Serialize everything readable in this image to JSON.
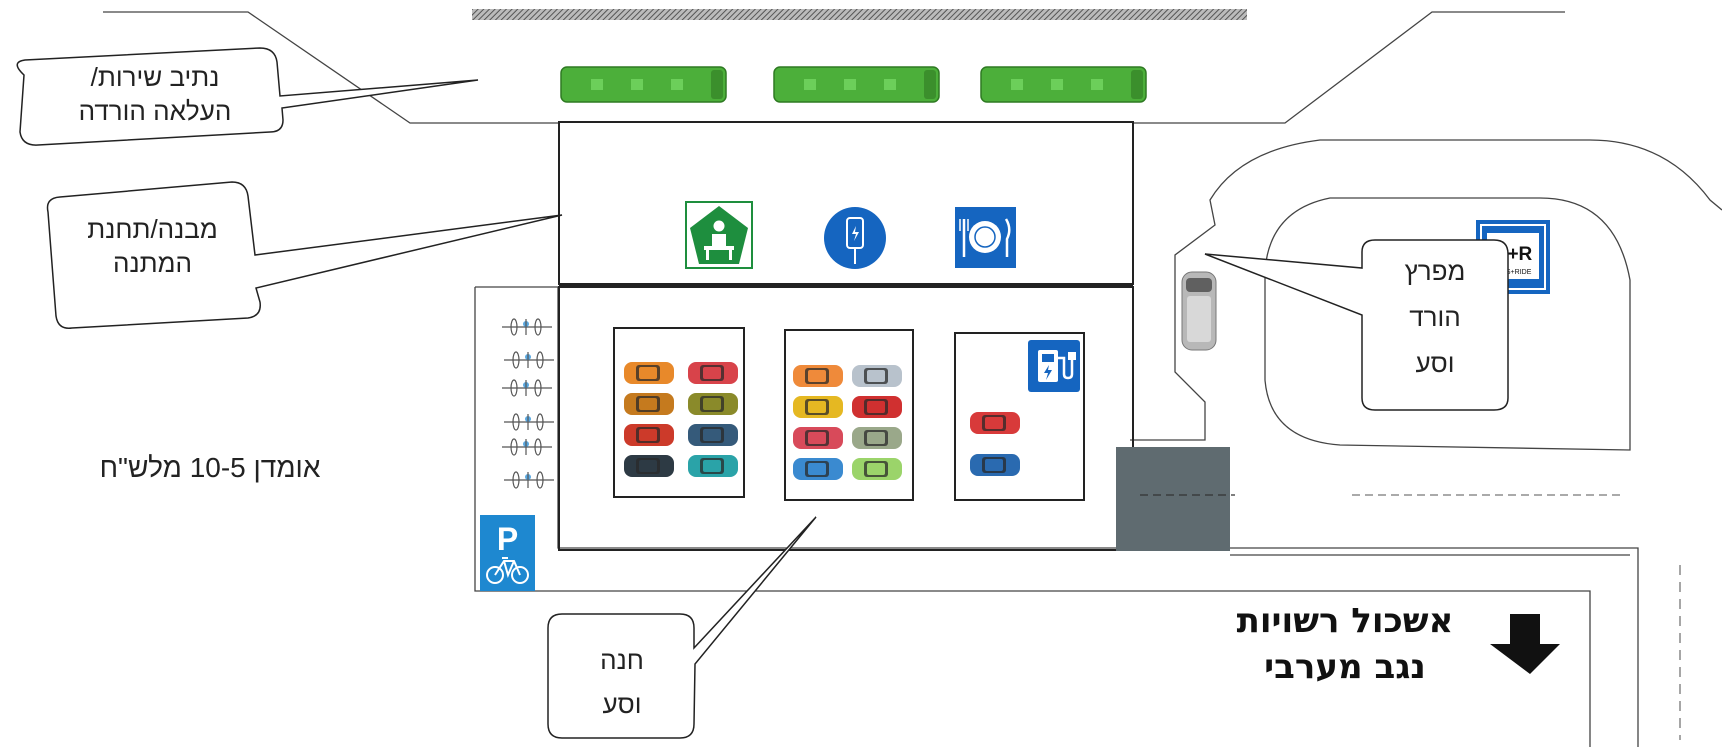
{
  "callouts": {
    "service_lane": {
      "line1": "נתיב שירות/",
      "line2": "העלאה הורדה"
    },
    "station_building": {
      "line1": "מבנה/תחנת",
      "line2": "המתנה"
    },
    "kiss_ride_bay": {
      "line1": "מפרץ",
      "line2": "הורד",
      "line3": "וסע"
    },
    "park_ride": {
      "line1": "חנה",
      "line2": "וסע"
    }
  },
  "estimate_label": "אומדן 10-5 מלש\"ח",
  "direction_label": {
    "line1": "אשכול רשויות",
    "line2": "נגב מערבי"
  },
  "signs": {
    "kiss_ride": {
      "main": "K+R",
      "sub": "KISS+RIDE"
    },
    "bike_parking": {
      "letter": "P"
    }
  },
  "icons": [
    "bus-icon",
    "waiting-shelter-icon",
    "phone-charging-icon",
    "restaurant-icon",
    "ev-charging-icon",
    "bicycle-icon",
    "down-arrow-icon",
    "van-icon",
    "car-icon"
  ],
  "colors": {
    "bus_green": "#4caf3a",
    "sign_blue": "#1565c0",
    "shelter_green": "#1e8e3e",
    "dark_block": "#5f6b70",
    "line": "#333333"
  },
  "parking_lot_a_colors": [
    "#e8892a",
    "#d8434a",
    "#c57a1e",
    "#8a8a2a",
    "#cc3a2a",
    "#355a7a",
    "#2d3a44",
    "#2aa3a8"
  ],
  "parking_lot_b_colors": [
    "#ef8a3a",
    "#b8c2cc",
    "#e5b822",
    "#d03030",
    "#d84a5a",
    "#9aa88a",
    "#3a8ad0",
    "#9bd46a"
  ],
  "ev_lot_colors": [
    "#d83a3a",
    "#2a6ab0"
  ]
}
